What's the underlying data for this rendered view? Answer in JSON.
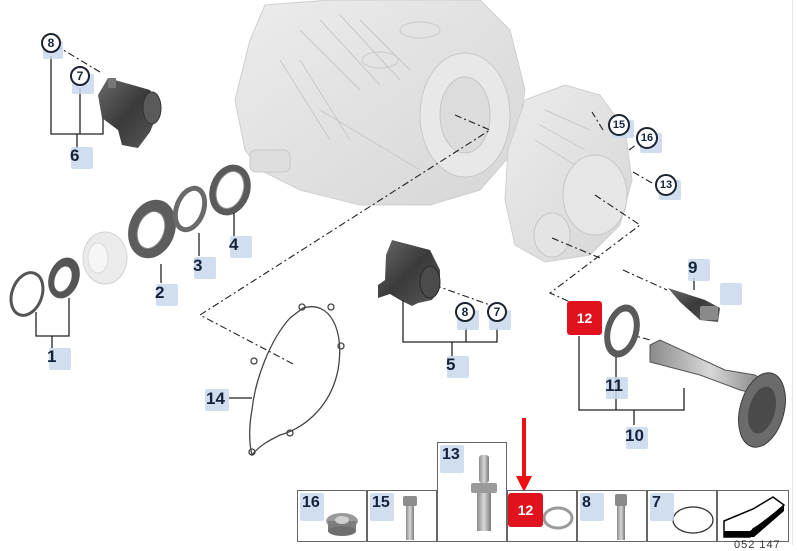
{
  "diagram": {
    "title": "Transfer case exploded parts diagram",
    "catalog_number": "052 147",
    "highlight_color": "#e0121e",
    "label_bg_color": "#c9d8ec",
    "callouts": [
      {
        "id": "1",
        "style": "plain",
        "part": "seal ring set (O-ring + shaft seal)"
      },
      {
        "id": "2",
        "style": "plain",
        "part": "shaft seal"
      },
      {
        "id": "3",
        "style": "plain",
        "part": "sealing ring"
      },
      {
        "id": "4",
        "style": "plain",
        "part": "shaft seal"
      },
      {
        "id": "5",
        "style": "plain",
        "part": "actuator motor (includes 8, 7)"
      },
      {
        "id": "6",
        "style": "plain",
        "part": "actuator (includes 8, 7)"
      },
      {
        "id": "7",
        "style": "circled",
        "part": "O-ring"
      },
      {
        "id": "8",
        "style": "circled",
        "part": "screw"
      },
      {
        "id": "9",
        "style": "plain",
        "part": "sensor"
      },
      {
        "id": "10",
        "style": "plain",
        "part": "output flange shaft (includes 12, 11)"
      },
      {
        "id": "11",
        "style": "plain",
        "part": "shaft seal"
      },
      {
        "id": "12",
        "style": "highlighted",
        "part": "sealing ring"
      },
      {
        "id": "13",
        "style": "circled",
        "part": "stud bolt"
      },
      {
        "id": "14",
        "style": "plain",
        "part": "gasket"
      },
      {
        "id": "15",
        "style": "circled",
        "part": "hex bolt"
      },
      {
        "id": "16",
        "style": "circled",
        "part": "screw plug"
      }
    ],
    "legend": {
      "cells": [
        {
          "id": "16",
          "icon": "screw-plug-icon"
        },
        {
          "id": "15",
          "icon": "hex-bolt-icon"
        },
        {
          "id": "13",
          "icon": "stud-bolt-icon"
        },
        {
          "id": "12",
          "icon": "sealing-ring-icon",
          "highlighted": true
        },
        {
          "id": "8",
          "icon": "socket-screw-icon"
        },
        {
          "id": "7",
          "icon": "o-ring-icon"
        },
        {
          "id": "",
          "icon": "direction-arrow-icon"
        }
      ]
    }
  }
}
